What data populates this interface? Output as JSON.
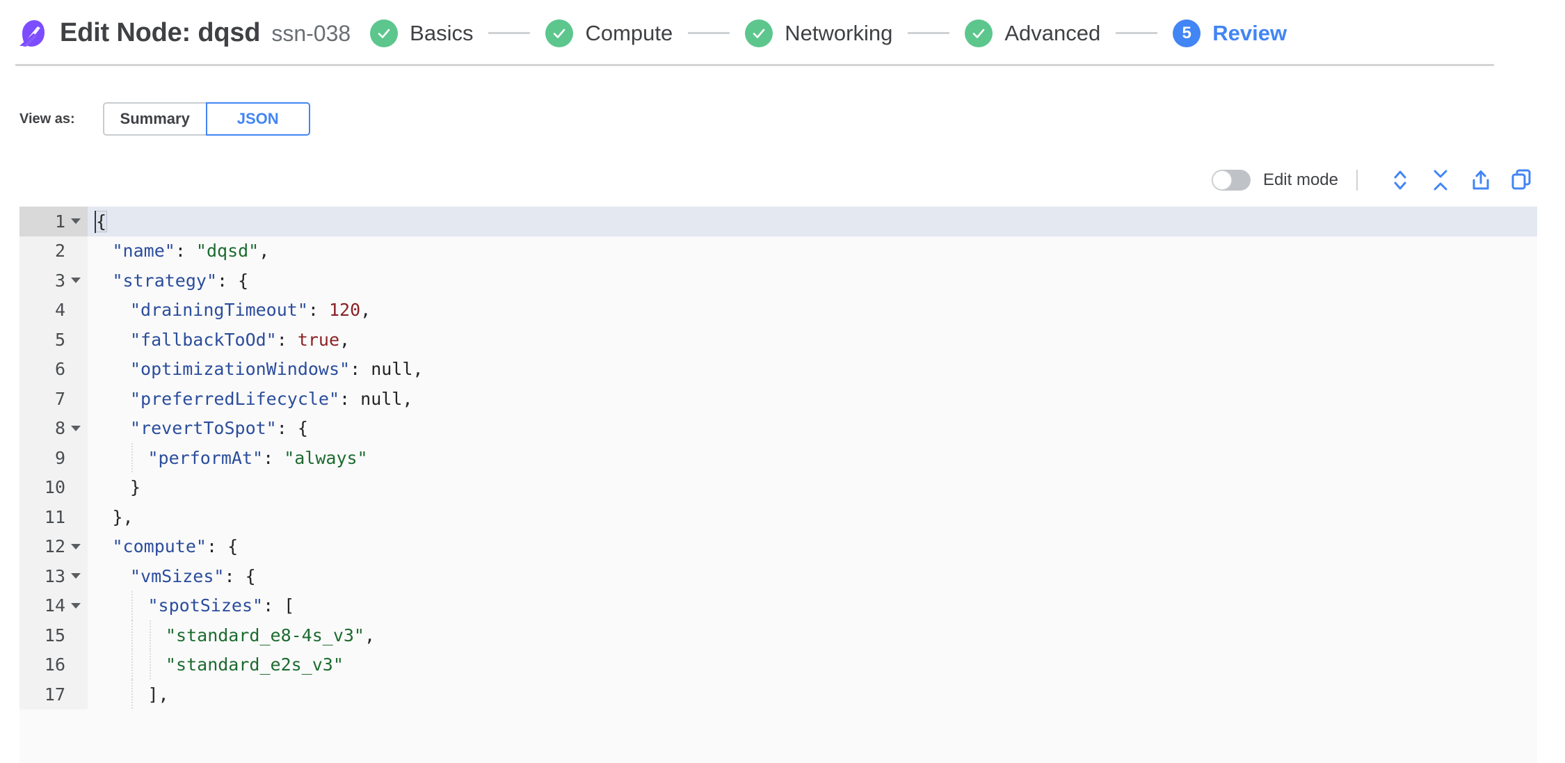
{
  "header": {
    "logo_icon": "spot-logo-icon",
    "title": "Edit Node: dqsd",
    "subtitle": "ssn-038",
    "steps": [
      {
        "label": "Basics",
        "state": "done",
        "marker": "check-icon"
      },
      {
        "label": "Compute",
        "state": "done",
        "marker": "check-icon"
      },
      {
        "label": "Networking",
        "state": "done",
        "marker": "check-icon"
      },
      {
        "label": "Advanced",
        "state": "done",
        "marker": "check-icon"
      },
      {
        "label": "Review",
        "state": "active",
        "marker": "5"
      }
    ]
  },
  "view_as": {
    "label": "View as:",
    "options": [
      {
        "label": "Summary",
        "selected": false
      },
      {
        "label": "JSON",
        "selected": true
      }
    ]
  },
  "editor_toolbar": {
    "edit_mode_label": "Edit mode",
    "edit_mode_on": false,
    "icons": [
      {
        "name": "expand-all-icon",
        "title": "Expand all"
      },
      {
        "name": "collapse-all-icon",
        "title": "Collapse all"
      },
      {
        "name": "share-export-icon",
        "title": "Export"
      },
      {
        "name": "copy-icon",
        "title": "Copy"
      }
    ]
  },
  "colors": {
    "accent_blue": "#4285f4",
    "step_done_green": "#5cc68d",
    "logo_purple": "#7c4dff",
    "json_key": "#2b4d9c",
    "json_string": "#1d6b30",
    "json_number": "#8a2225",
    "active_line": "#e4e8f1"
  },
  "json_editor": {
    "active_line": 1,
    "lines": [
      {
        "no": 1,
        "fold": true,
        "indent": 0,
        "tokens": [
          {
            "t": "{",
            "c": "p"
          }
        ],
        "cursor": true
      },
      {
        "no": 2,
        "fold": false,
        "indent": 1,
        "tokens": [
          {
            "t": "\"name\"",
            "c": "k"
          },
          {
            "t": ": ",
            "c": "p"
          },
          {
            "t": "\"dqsd\"",
            "c": "s"
          },
          {
            "t": ",",
            "c": "p"
          }
        ]
      },
      {
        "no": 3,
        "fold": true,
        "indent": 1,
        "tokens": [
          {
            "t": "\"strategy\"",
            "c": "k"
          },
          {
            "t": ": {",
            "c": "p"
          }
        ]
      },
      {
        "no": 4,
        "fold": false,
        "indent": 2,
        "tokens": [
          {
            "t": "\"drainingTimeout\"",
            "c": "k"
          },
          {
            "t": ": ",
            "c": "p"
          },
          {
            "t": "120",
            "c": "n"
          },
          {
            "t": ",",
            "c": "p"
          }
        ]
      },
      {
        "no": 5,
        "fold": false,
        "indent": 2,
        "tokens": [
          {
            "t": "\"fallbackToOd\"",
            "c": "k"
          },
          {
            "t": ": ",
            "c": "p"
          },
          {
            "t": "true",
            "c": "b"
          },
          {
            "t": ",",
            "c": "p"
          }
        ]
      },
      {
        "no": 6,
        "fold": false,
        "indent": 2,
        "tokens": [
          {
            "t": "\"optimizationWindows\"",
            "c": "k"
          },
          {
            "t": ": ",
            "c": "p"
          },
          {
            "t": "null",
            "c": "p"
          },
          {
            "t": ",",
            "c": "p"
          }
        ]
      },
      {
        "no": 7,
        "fold": false,
        "indent": 2,
        "tokens": [
          {
            "t": "\"preferredLifecycle\"",
            "c": "k"
          },
          {
            "t": ": ",
            "c": "p"
          },
          {
            "t": "null",
            "c": "p"
          },
          {
            "t": ",",
            "c": "p"
          }
        ]
      },
      {
        "no": 8,
        "fold": true,
        "indent": 2,
        "tokens": [
          {
            "t": "\"revertToSpot\"",
            "c": "k"
          },
          {
            "t": ": {",
            "c": "p"
          }
        ]
      },
      {
        "no": 9,
        "fold": false,
        "indent": 3,
        "tokens": [
          {
            "t": "\"performAt\"",
            "c": "k"
          },
          {
            "t": ": ",
            "c": "p"
          },
          {
            "t": "\"always\"",
            "c": "s"
          }
        ]
      },
      {
        "no": 10,
        "fold": false,
        "indent": 2,
        "tokens": [
          {
            "t": "}",
            "c": "p"
          }
        ]
      },
      {
        "no": 11,
        "fold": false,
        "indent": 1,
        "tokens": [
          {
            "t": "},",
            "c": "p"
          }
        ]
      },
      {
        "no": 12,
        "fold": true,
        "indent": 1,
        "tokens": [
          {
            "t": "\"compute\"",
            "c": "k"
          },
          {
            "t": ": {",
            "c": "p"
          }
        ]
      },
      {
        "no": 13,
        "fold": true,
        "indent": 2,
        "tokens": [
          {
            "t": "\"vmSizes\"",
            "c": "k"
          },
          {
            "t": ": {",
            "c": "p"
          }
        ]
      },
      {
        "no": 14,
        "fold": true,
        "indent": 3,
        "tokens": [
          {
            "t": "\"spotSizes\"",
            "c": "k"
          },
          {
            "t": ": [",
            "c": "p"
          }
        ]
      },
      {
        "no": 15,
        "fold": false,
        "indent": 4,
        "tokens": [
          {
            "t": "\"standard_e8-4s_v3\"",
            "c": "s"
          },
          {
            "t": ",",
            "c": "p"
          }
        ]
      },
      {
        "no": 16,
        "fold": false,
        "indent": 4,
        "tokens": [
          {
            "t": "\"standard_e2s_v3\"",
            "c": "s"
          }
        ]
      },
      {
        "no": 17,
        "fold": false,
        "indent": 3,
        "tokens": [
          {
            "t": "],",
            "c": "p"
          }
        ]
      }
    ]
  }
}
